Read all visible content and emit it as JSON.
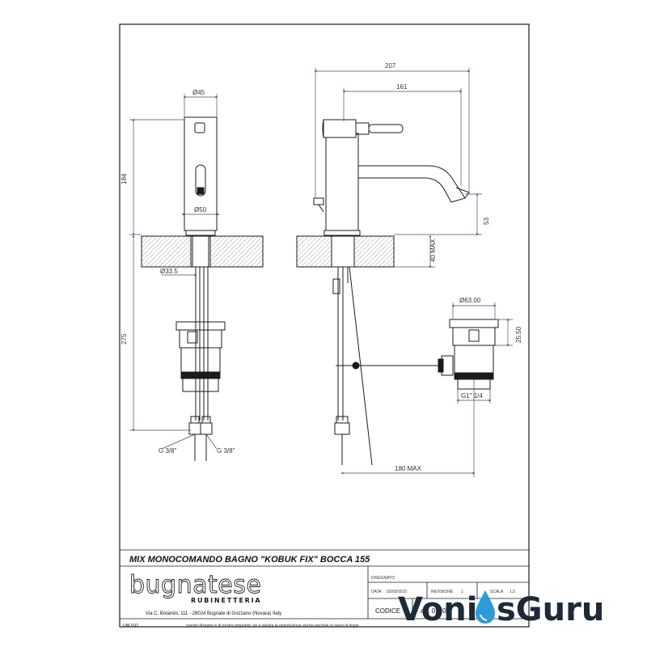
{
  "sheet": {
    "title": "MIX MONOCOMANDO BAGNO \"KOBUK FIX\" BOCCA 155",
    "company_name": "bugnatese",
    "company_subtitle": "RUBINETTERIA",
    "address": "Via C. Bolando, 111 - 28024 Bugnate di Gozzano (Novara) Italy",
    "standard": "UNI ISO",
    "disegnato_label": "DISEGNATO",
    "data_label": "DATA",
    "data_value": "03/09/2015",
    "revisione_label": "REVISIONE",
    "revisione_value": "1",
    "scala_label": "SCALA",
    "scala_value": "1:2",
    "codice_label": "CODICE",
    "codice_value": "art. 02304",
    "footer_note": "questo disegno è di nostra proprietà; ne è vietata la riproduzione anche parziale ai sensi di legge"
  },
  "dimensions": {
    "d45": "Ø45",
    "d50": "Ø50",
    "h184": "184",
    "d33_5": "Ø33.5",
    "h275": "275",
    "g_left": "G 3/8\"",
    "g_right": "G 3/8\"",
    "w207": "207",
    "w161": "161",
    "h53": "53",
    "max40": "40 MAX",
    "d63": "Ø63.00",
    "h25_50": "25.50",
    "g114": "G1\" 1/4",
    "w180": "180 MAX"
  },
  "watermark": {
    "text_left": "Voni",
    "text_right": "sGuru",
    "color_dark": "#1d2a3a",
    "color_accent": "#2f9bd6"
  },
  "colors": {
    "line": "#1b1b1b",
    "dim_line": "#4a4a7a",
    "hatch": "#9a9a9a"
  }
}
